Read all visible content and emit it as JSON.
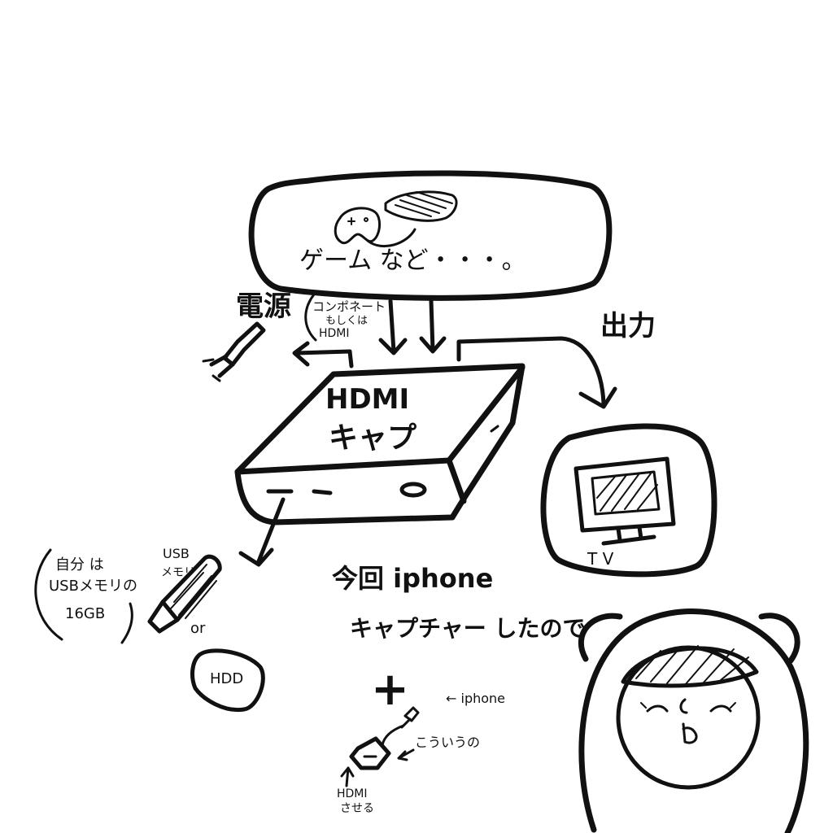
{
  "top_bubble": {
    "caption": "ゲーム など・・・。"
  },
  "input_note": {
    "line1": "コンポネート",
    "line2": "もしくは",
    "line3": "HDMI"
  },
  "power": {
    "label": "電源"
  },
  "output": {
    "label": "出力"
  },
  "capture_box": {
    "line1": "HDMI",
    "line2": "キャプ"
  },
  "tv": {
    "label": "T V"
  },
  "storage_note": {
    "line1": "自分 は",
    "line2": "USBメモリの",
    "line3": "16GB"
  },
  "usb": {
    "line1": "USB",
    "line2": "メモリ"
  },
  "or_label": "or",
  "hdd_label": "HDD",
  "message": {
    "line1": "今回 iphone",
    "line2": "キャプチャー したので"
  },
  "plus": "+",
  "adapter_notes": {
    "iphone": "← iphone",
    "kouiu": "こういうの",
    "hdmi": "HDMI",
    "saseru": "させる"
  }
}
